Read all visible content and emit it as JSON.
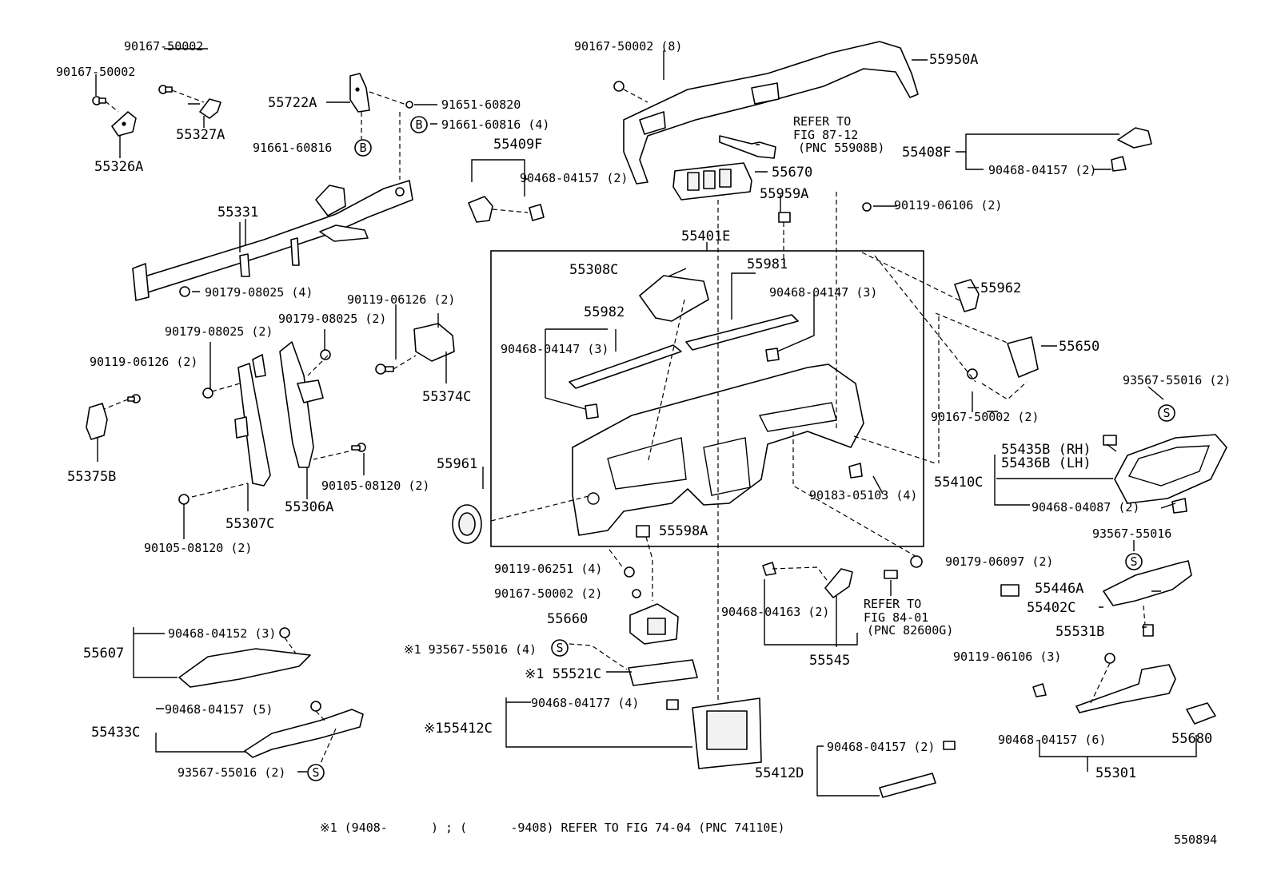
{
  "diagram": {
    "labels": {
      "l_90167_50002_a": "90167-50002",
      "l_90167_50002_b": "90167-50002",
      "l_55326A": "55326A",
      "l_55327A": "55327A",
      "l_55722A": "55722A",
      "l_91651_60820": "91651-60820",
      "l_91661_60816_4": "91661-60816 (4)",
      "l_91661_60816": "91661-60816",
      "l_90167_50002_8": "90167-50002 (8)",
      "l_55950A": "55950A",
      "l_refer_87_1": "REFER TO",
      "l_refer_87_2": "FIG 87-12",
      "l_refer_87_3": "(PNC 55908B)",
      "l_55408F": "55408F",
      "l_90468_04157_2_a": "90468-04157 (2)",
      "l_55409F": "55409F",
      "l_90468_04157_2_b": "90468-04157 (2)",
      "l_55670": "55670",
      "l_55959A": "55959A",
      "l_90119_06106_2": "90119-06106 (2)",
      "l_55331": "55331",
      "l_55401E": "55401E",
      "l_55308C": "55308C",
      "l_55981": "55981",
      "l_90468_04147_3_a": "90468-04147 (3)",
      "l_55962": "55962",
      "l_90179_08025_4": "90179-08025 (4)",
      "l_90119_06126_2_a": "90119-06126 (2)",
      "l_90179_08025_2_a": "90179-08025 (2)",
      "l_90179_08025_2_b": "90179-08025 (2)",
      "l_55982": "55982",
      "l_90468_04147_3_b": "90468-04147 (3)",
      "l_55650": "55650",
      "l_90119_06126_2_b": "90119-06126 (2)",
      "l_55374C": "55374C",
      "l_93567_55016_2_a": "93567-55016 (2)",
      "l_90167_50002_2_a": "90167-50002 (2)",
      "l_55435B": "55435B (RH)",
      "l_55436B": "55436B (LH)",
      "l_55375B": "55375B",
      "l_55961": "55961",
      "l_55410C": "55410C",
      "l_90105_08120_2_a": "90105-08120 (2)",
      "l_90183_05103_4": "90183-05103 (4)",
      "l_90468_04087_2": "90468-04087 (2)",
      "l_55307C": "55307C",
      "l_55306A": "55306A",
      "l_55598A": "55598A",
      "l_93567_55016": "93567-55016",
      "l_90105_08120_2_b": "90105-08120 (2)",
      "l_90119_06251_4": "90119-06251 (4)",
      "l_90179_06097_2": "90179-06097 (2)",
      "l_90167_50002_2_b": "90167-50002 (2)",
      "l_90468_04163_2": "90468-04163 (2)",
      "l_refer_84_1": "REFER TO",
      "l_refer_84_2": "FIG 84-01",
      "l_refer_84_3": "(PNC 82600G)",
      "l_55446A": "55446A",
      "l_55402C": "55402C",
      "l_55660": "55660",
      "l_55531B": "55531B",
      "l_90468_04152_3": "90468-04152 (3)",
      "l_55607": "55607",
      "l_93567_55016_4": "※1 93567-55016 (4)",
      "l_55545": "55545",
      "l_90119_06106_3": "90119-06106 (3)",
      "l_55521C": "※1 55521C",
      "l_90468_04157_5": "90468-04157 (5)",
      "l_55433C": "55433C",
      "l_90468_04177_4": "90468-04177 (4)",
      "l_55412C": "※155412C",
      "l_90468_04157_6": "90468-04157 (6)",
      "l_55680": "55680",
      "l_93567_55016_2_b": "93567-55016 (2)",
      "l_90468_04157_2_c": "90468-04157 (2)",
      "l_55412D": "55412D",
      "l_55301": "55301",
      "l_footnote": "※1 (9408-      ) ; (      -9408) REFER TO FIG 74-04 (PNC 74110E)",
      "l_code": "550894"
    },
    "markers": {
      "b1": "B",
      "b2": "B",
      "s1": "S",
      "s2": "S",
      "s3": "S",
      "s4": "S"
    }
  }
}
